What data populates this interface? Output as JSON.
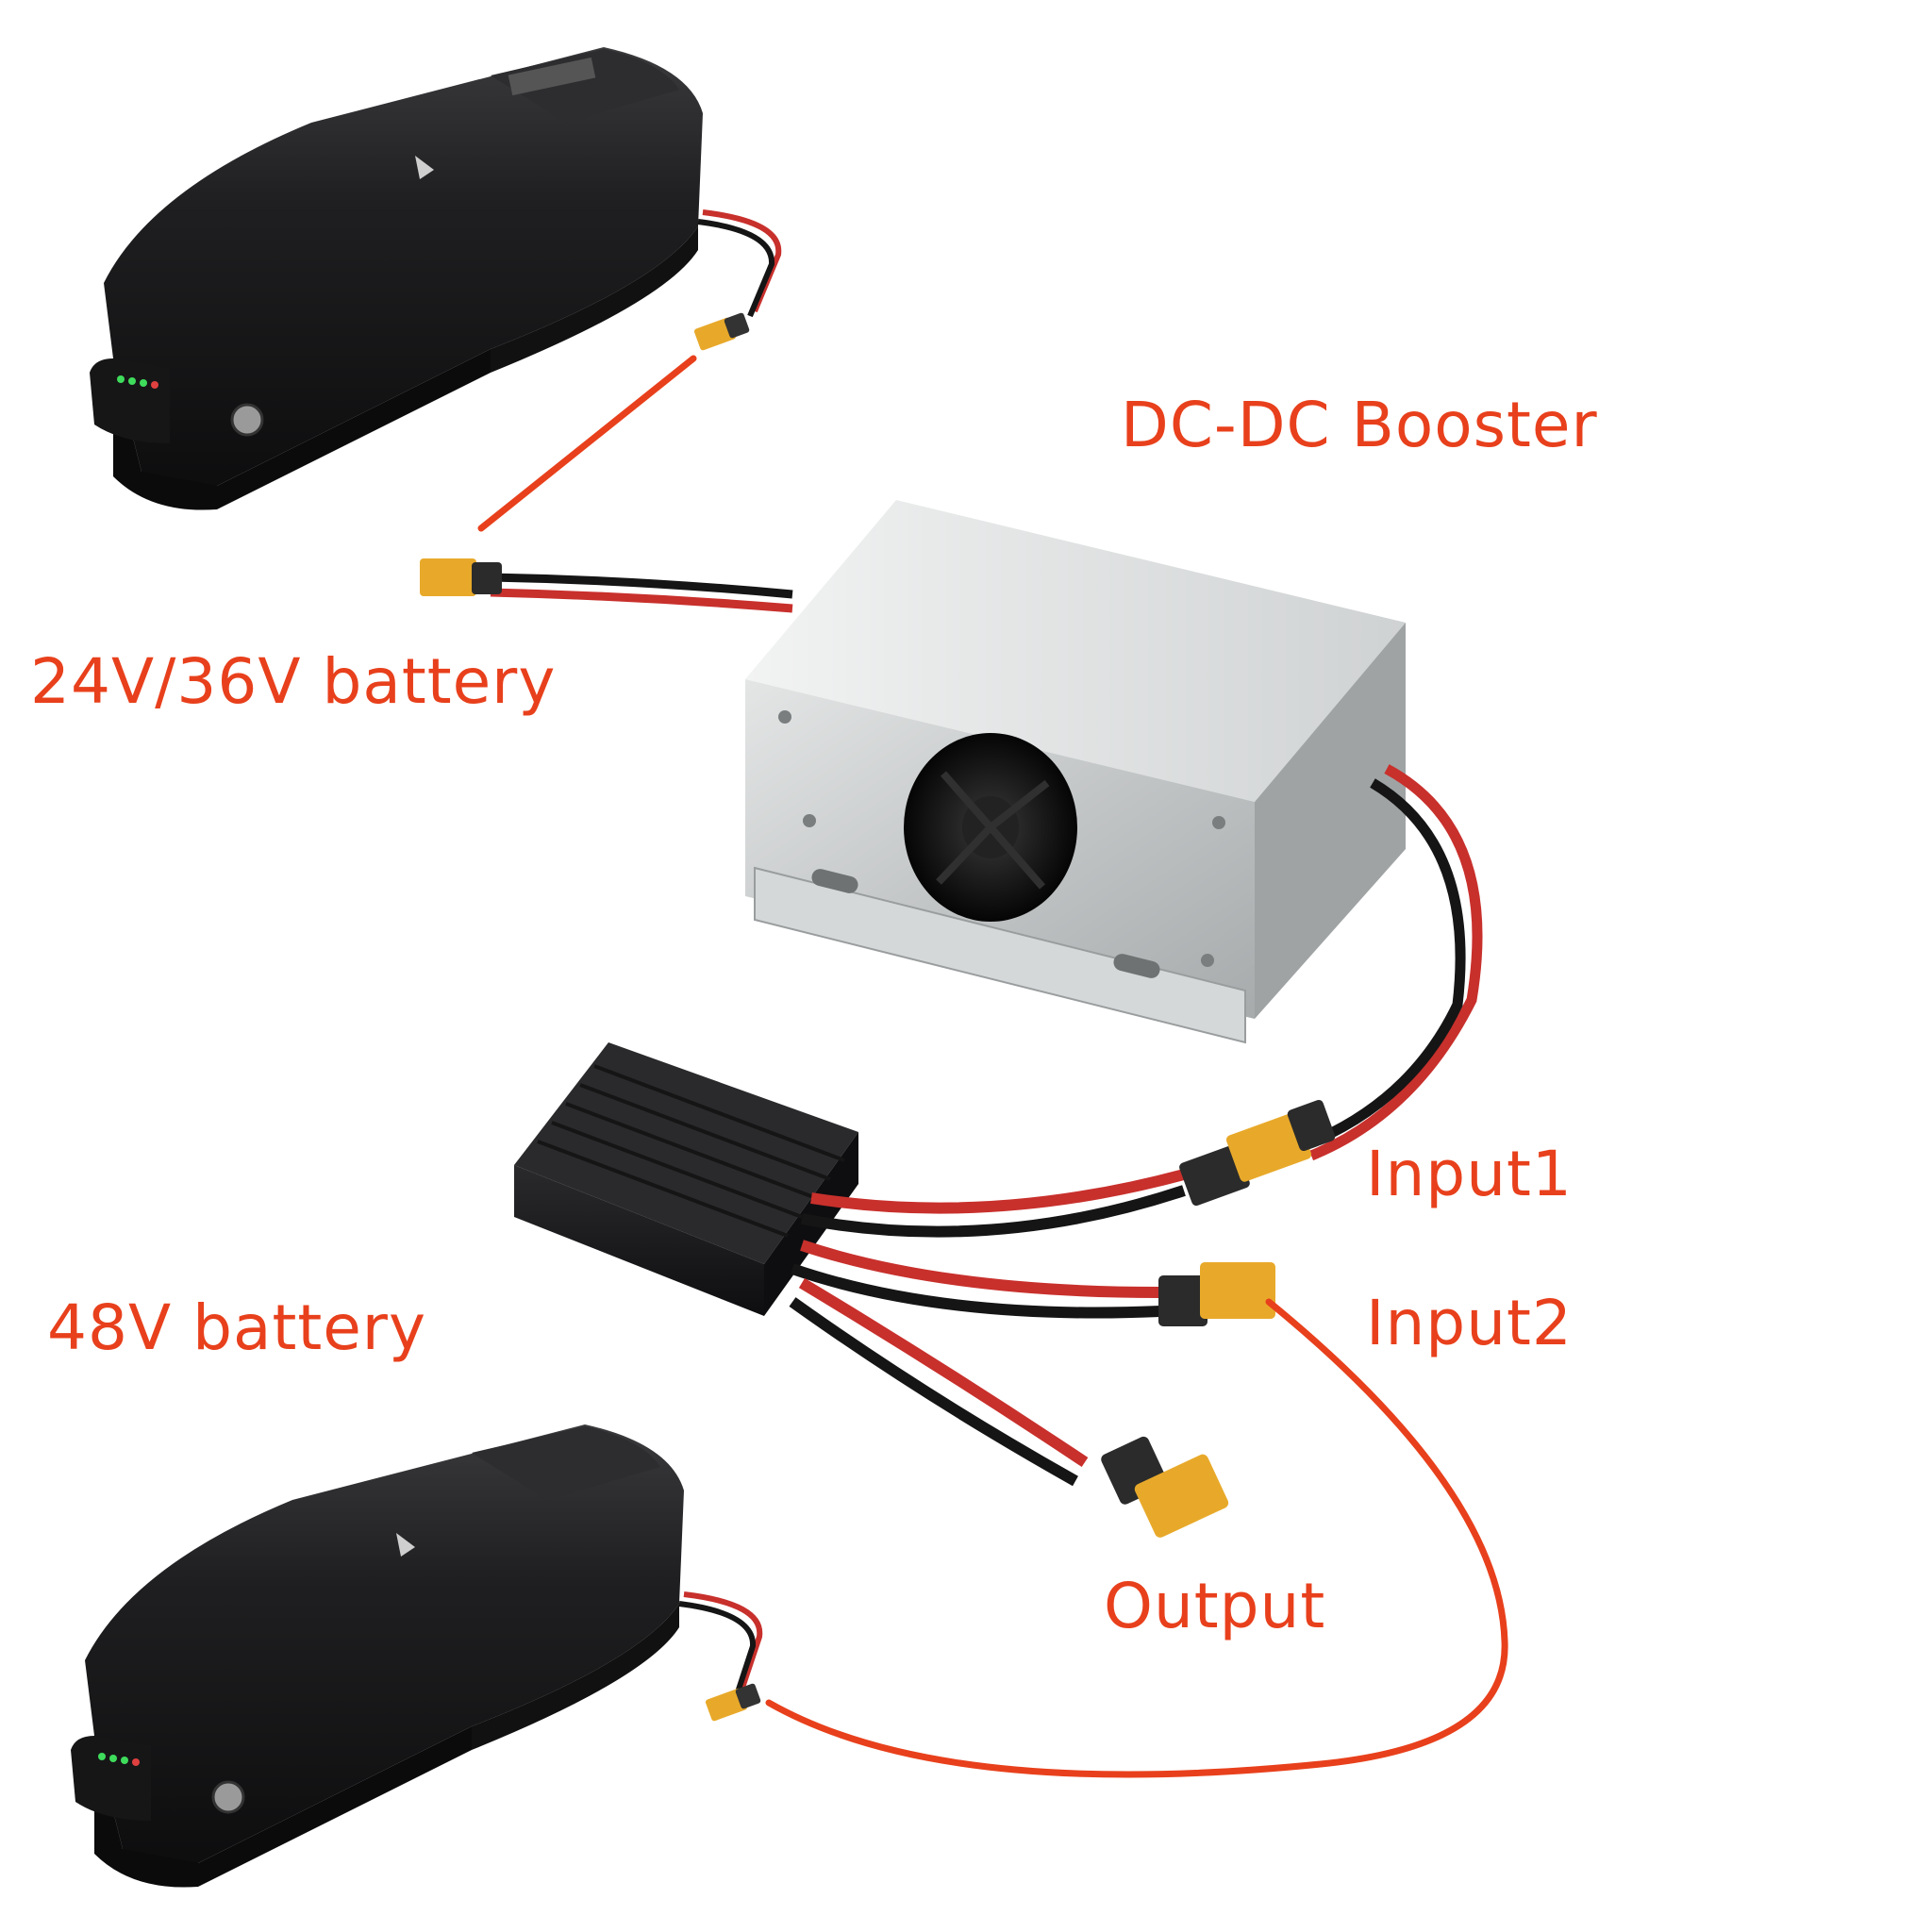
{
  "labels": {
    "booster": "DC-DC Booster",
    "battery_low": "24V/36V battery",
    "input1": "Input1",
    "battery_high": "48V battery",
    "input2": "Input2",
    "output": "Output"
  },
  "colors": {
    "annotation": "#e8401c",
    "battery_body": "#1c1c1e",
    "booster_case": "#c8cbcc",
    "connector": "#e8a92a",
    "wire_red": "#c8302c",
    "wire_black": "#151515"
  },
  "components": {
    "battery_top_icon": "ebike-battery-icon",
    "battery_bottom_icon": "ebike-battery-icon",
    "booster_icon": "dc-dc-booster-box-icon",
    "fan_icon": "cooling-fan-icon",
    "combiner_icon": "parallel-combiner-module-icon",
    "connector_icon": "xt60-connector-icon"
  }
}
